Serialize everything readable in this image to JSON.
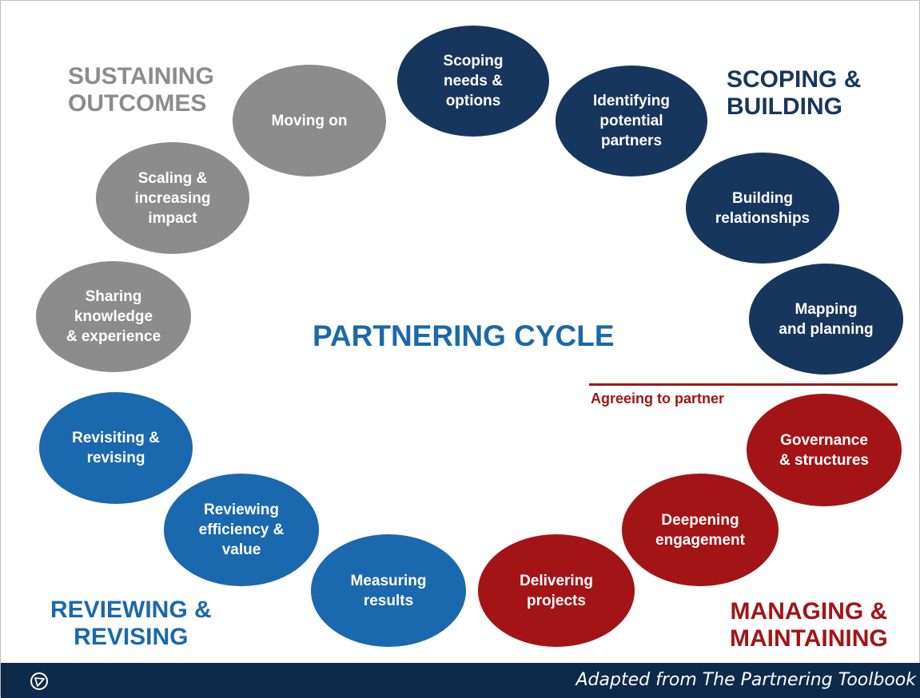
{
  "title": "PARTNERING CYCLE",
  "colors": {
    "scoping": "#17365d",
    "sustaining": "#8c8c8c",
    "reviewing": "#1a68ad",
    "managing": "#a21416",
    "footer": "#0e2a4a"
  },
  "phases": {
    "sustaining": "SUSTAINING\nOUTCOMES",
    "scoping": "SCOPING &\nBUILDING",
    "reviewing": "REVIEWING &\nREVISING",
    "managing": "MANAGING &\nMAINTAINING"
  },
  "nodes": {
    "scoping_needs": "Scoping\nneeds &\noptions",
    "identifying_partners": "Identifying\npotential\npartners",
    "building_relationships": "Building\nrelationships",
    "mapping_planning": "Mapping\nand planning",
    "governance": "Governance\n& structures",
    "deepening": "Deepening\nengagement",
    "delivering": "Delivering\nprojects",
    "measuring": "Measuring\nresults",
    "reviewing_efficiency": "Reviewing\nefficiency &\nvalue",
    "revisiting": "Revisiting &\nrevising",
    "sharing": "Sharing\nknowledge\n& experience",
    "scaling": "Scaling &\nincreasing\nimpact",
    "moving_on": "Moving on"
  },
  "agreeing_label": "Agreeing to partner",
  "footer": {
    "credit": "Adapted from The Partnering Toolbook",
    "logo_icon": "circular-triangle-logo-icon"
  }
}
